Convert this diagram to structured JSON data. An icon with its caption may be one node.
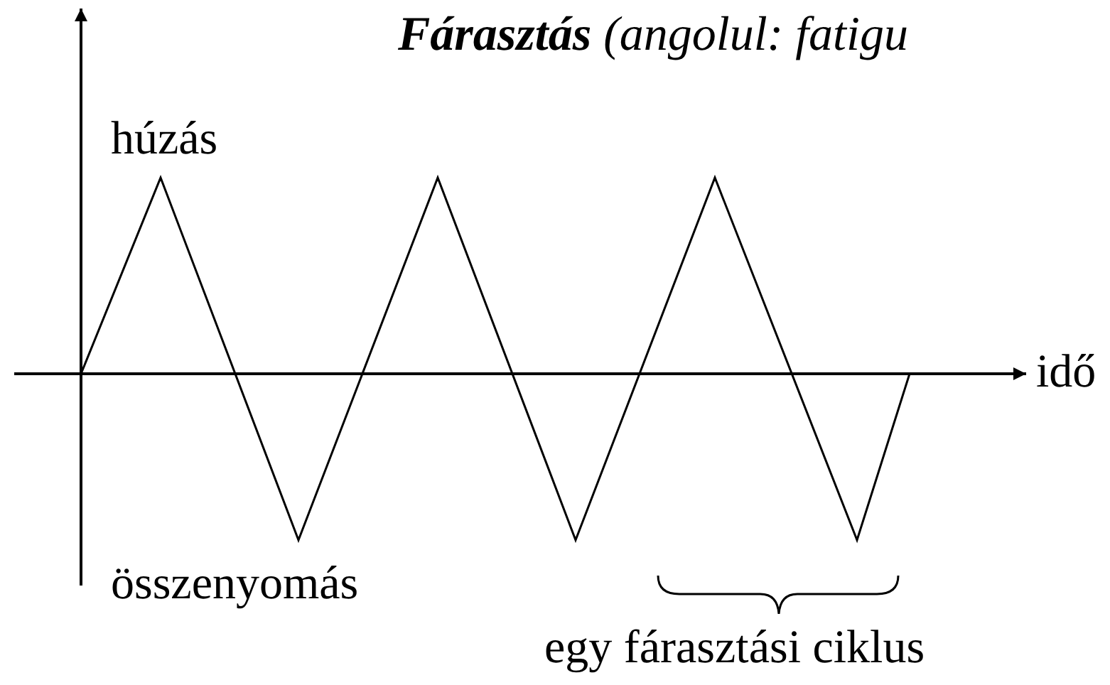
{
  "diagram": {
    "title": "**Fárasztás** (angolul: fatigu",
    "labels": [
      "húzás",
      "idő",
      "összenyomás",
      "egy fárasztási ciklus"
    ]
  }
}
